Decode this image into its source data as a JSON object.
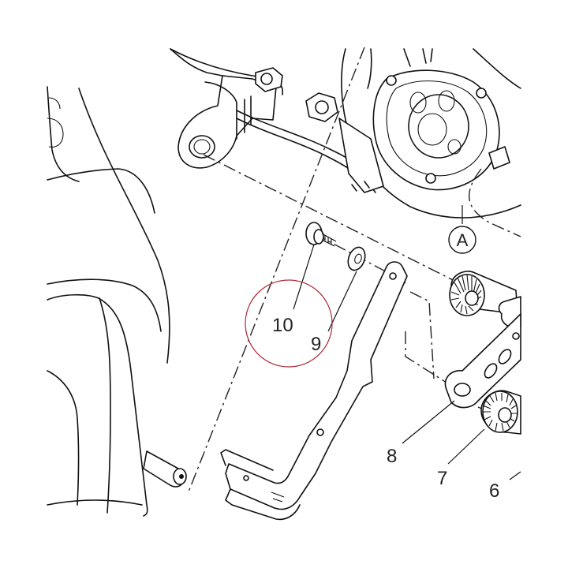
{
  "labels": {
    "callout_a": "A",
    "part_10": "10",
    "part_9": "9",
    "part_8": "8",
    "part_7": "7",
    "part_6": "6"
  },
  "colors": {
    "line": "#111111",
    "background": "#ffffff",
    "highlight_circle": "#b0283a"
  },
  "icons": {
    "highlight": "red-circle-highlight"
  }
}
